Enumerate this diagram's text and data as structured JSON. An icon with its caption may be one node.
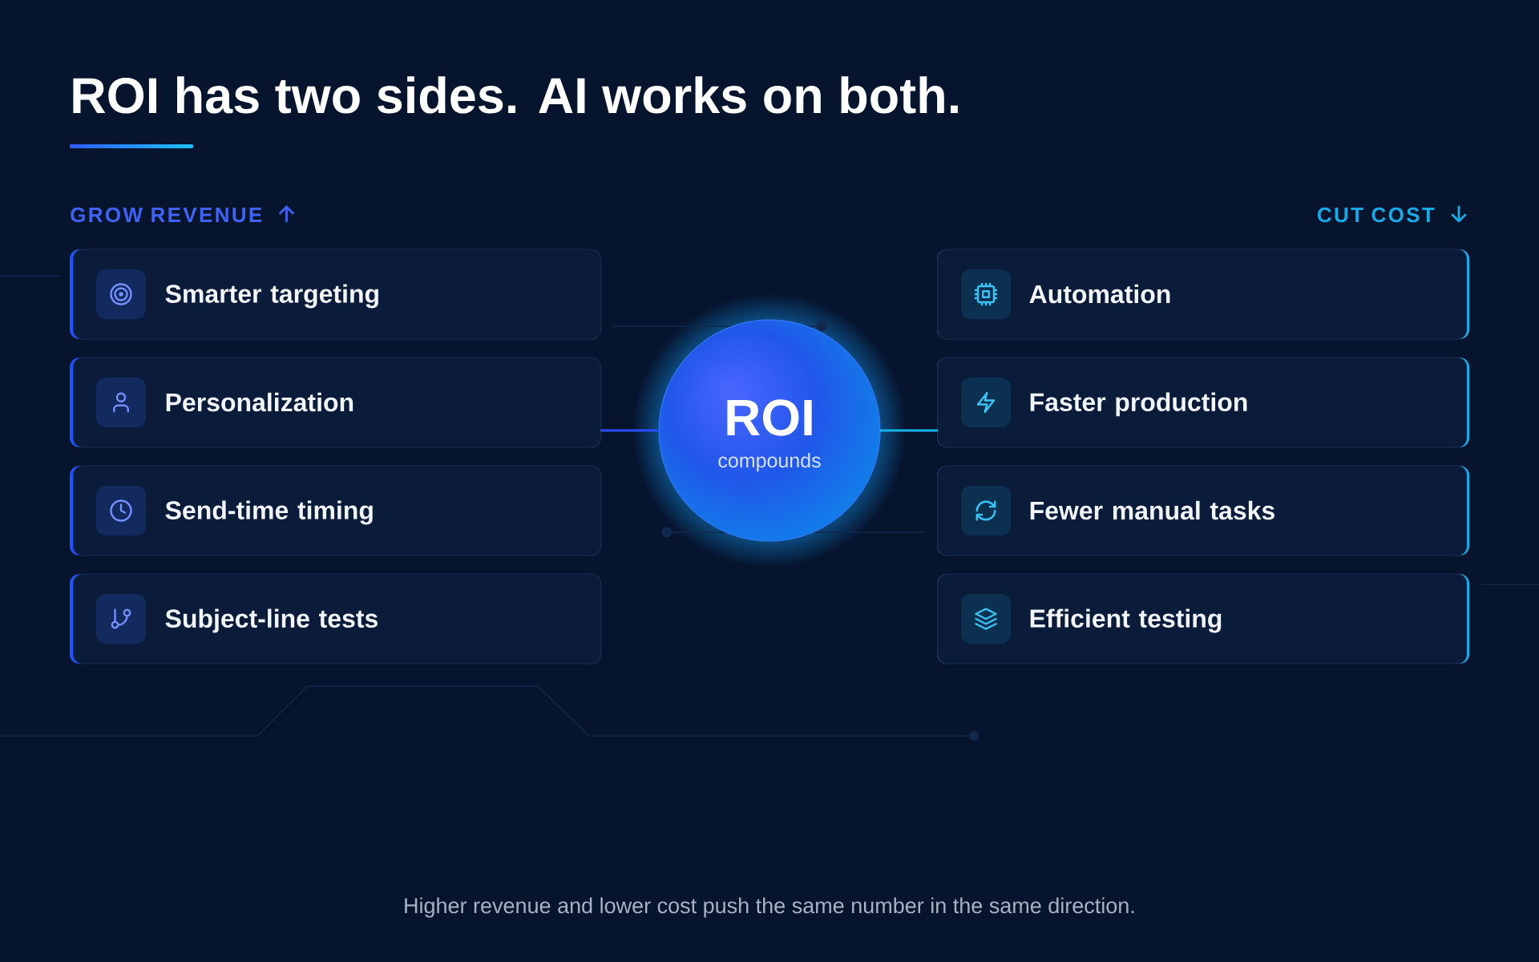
{
  "diagram": {
    "title": "ROI has two sides. AI works on both.",
    "nodes": [
      {
        "text": [
          "Smarter targeting"
        ]
      },
      {
        "text": [
          "Personalization"
        ]
      },
      {
        "text": [
          "Send-time timing"
        ]
      },
      {
        "text": [
          "Subject-line tests"
        ]
      },
      {
        "text": [
          "ROI",
          "compounds"
        ]
      },
      {
        "text": [
          "Automation"
        ]
      },
      {
        "text": [
          "Faster production"
        ]
      },
      {
        "text": [
          "Fewer manual tasks"
        ]
      },
      {
        "text": [
          "Efficient testing"
        ]
      }
    ],
    "edges": [
      {
        "from": 1,
        "to": 4,
        "arrow": "none",
        "color": "#2a4dff"
      },
      {
        "from": 4,
        "to": 6,
        "arrow": "none",
        "color": "#17b3ea"
      }
    ],
    "labels": [
      "GROW REVENUE",
      "CUT COST"
    ],
    "caption": "Higher revenue and lower cost push the same number in the same direction."
  }
}
